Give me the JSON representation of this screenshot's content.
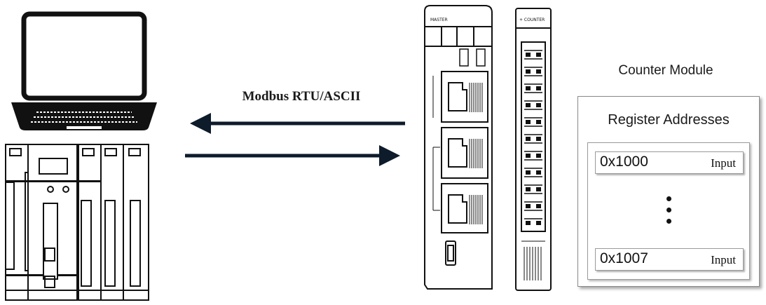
{
  "protocol": {
    "label": "Modbus RTU/ASCII"
  },
  "counter_module": {
    "title": "Counter Module",
    "panel_title": "Register Addresses",
    "registers": [
      {
        "address": "0x1000",
        "type": "Input"
      },
      {
        "address": "0x1007",
        "type": "Input"
      }
    ],
    "ellipsis": "vertical-ellipsis"
  },
  "devices": {
    "host": "laptop-icon",
    "plc": "plc-rack-icon",
    "coupler": "modbus-coupler-module-icon",
    "io_module": "counter-io-module-icon"
  },
  "colors": {
    "arrow": "#0d1b2a",
    "line": "#111111"
  }
}
